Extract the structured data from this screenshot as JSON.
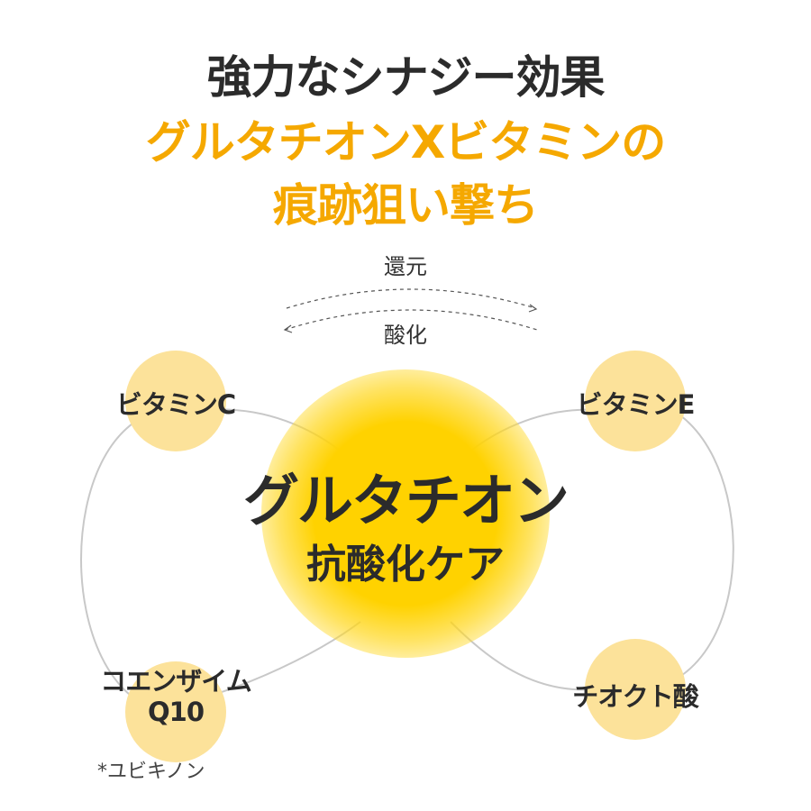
{
  "title": {
    "line1": "強力なシナジー効果",
    "line2": "グルタチオンXビタミンの",
    "line3": "痕跡狙い撃ち"
  },
  "cycle": {
    "top_label": "還元",
    "bottom_label": "酸化"
  },
  "center": {
    "title": "グルタチオン",
    "subtitle": "抗酸化ケア"
  },
  "nodes": {
    "vitamin_c": "ビタミンC",
    "vitamin_e": "ビタミンE",
    "coq10_line1": "コエンザイム",
    "coq10_line2": "Q10",
    "thioctic": "チオクト酸"
  },
  "footnote": "*ユビキノン",
  "colors": {
    "accent": "#f5a800",
    "node": "#fce29a",
    "glow": "#ffd200",
    "text": "#2b2b2b"
  }
}
